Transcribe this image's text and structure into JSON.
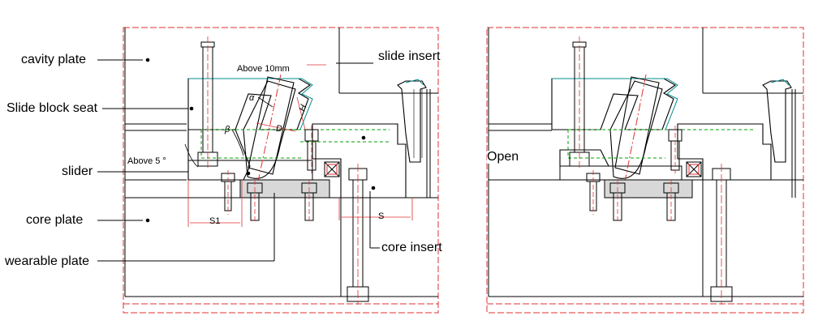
{
  "left_view": {
    "labels": {
      "cavity_plate": "cavity plate",
      "slide_block_seat": "Slide block seat",
      "slider": "slider",
      "core_plate": "core plate",
      "wearable_plate": "wearable plate",
      "slide_insert": "slide insert",
      "core_insert": "core insert",
      "above_10mm": "Above 10mm",
      "above_5": "Above 5 °"
    },
    "dimensions": {
      "alpha": "α",
      "beta": "β",
      "d": "D",
      "h": "H",
      "s1": "S1",
      "s": "S"
    }
  },
  "right_view": {
    "labels": {
      "open": "Open"
    }
  },
  "colors": {
    "outline": "#000000",
    "centerline": "#e03030",
    "parting": "#00a000",
    "hatch_fill": "#d8d8d8"
  }
}
